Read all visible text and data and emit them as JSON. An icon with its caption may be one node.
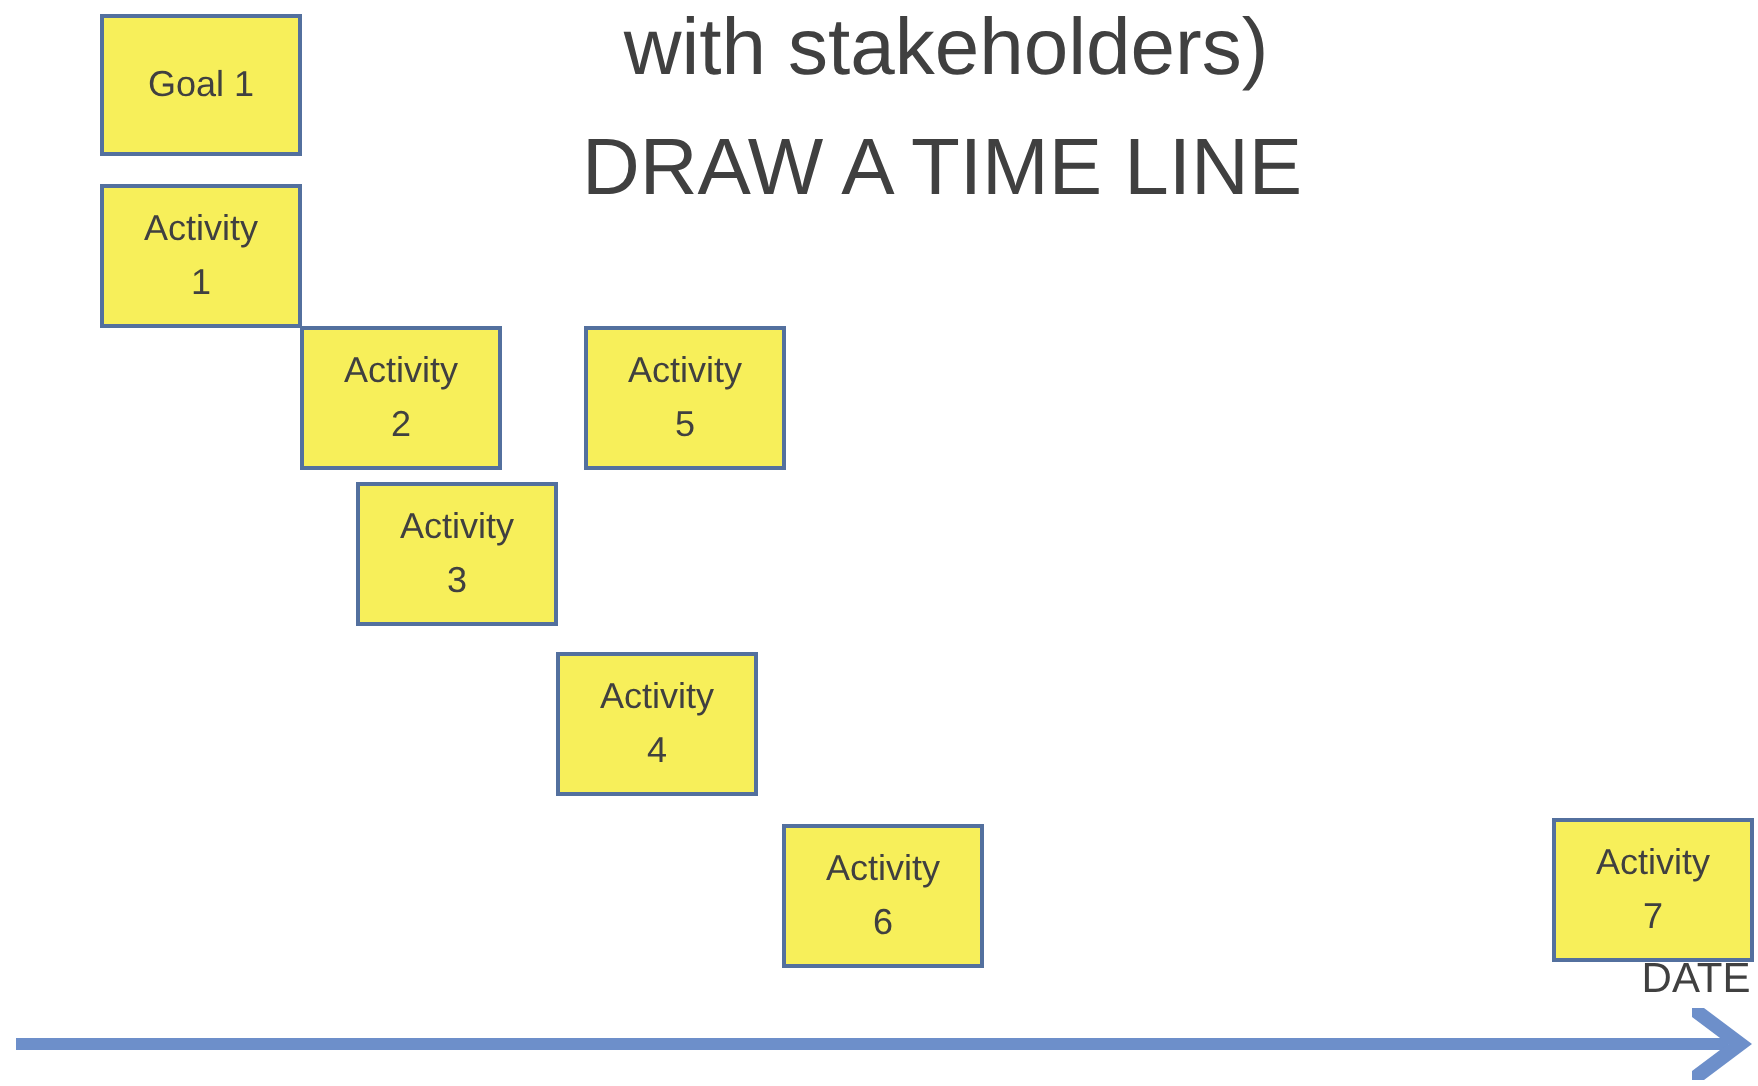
{
  "diagram": {
    "nodes": [
      {
        "text": [
          "Goal 1"
        ]
      },
      {
        "text": [
          "Activity 1"
        ]
      },
      {
        "text": [
          "Activity 2"
        ]
      },
      {
        "text": [
          "Activity 5"
        ]
      },
      {
        "text": [
          "Activity 3"
        ]
      },
      {
        "text": [
          "Activity 4"
        ]
      },
      {
        "text": [
          "Activity 6"
        ]
      },
      {
        "text": [
          "Activity 7"
        ]
      }
    ],
    "labels": [
      "with stakeholders)",
      "DRAW A TIME LINE",
      "DATE"
    ]
  }
}
